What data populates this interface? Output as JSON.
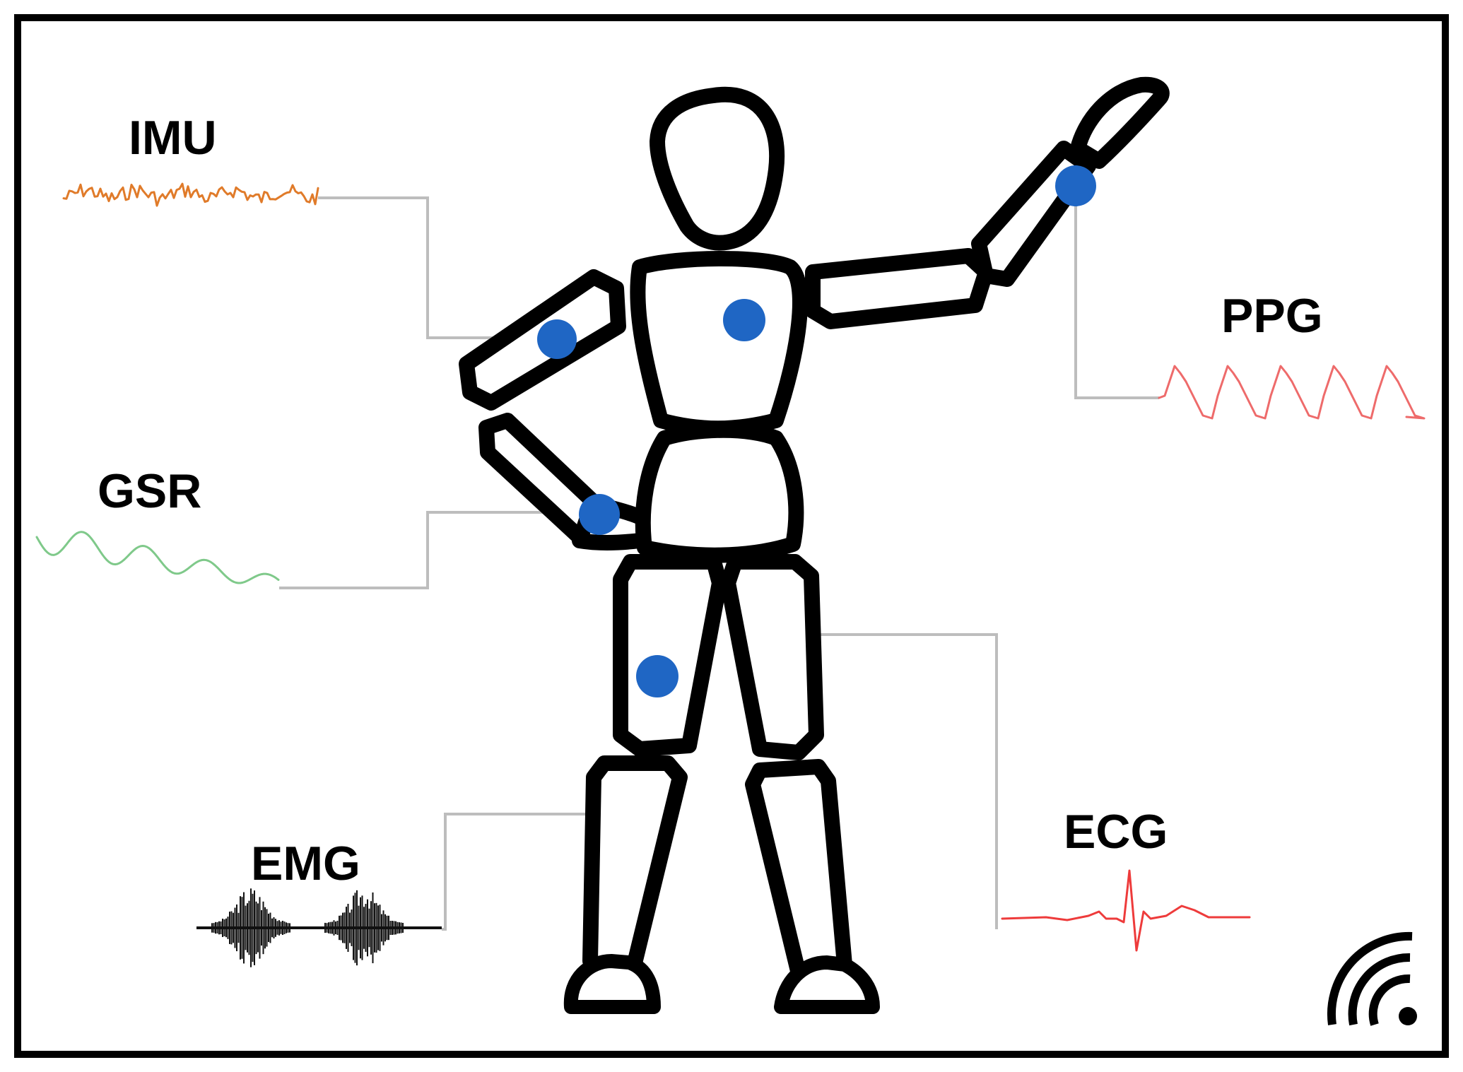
{
  "sensors": [
    {
      "id": "imu",
      "label": "IMU",
      "signal_color": "#e07b2a"
    },
    {
      "id": "gsr",
      "label": "GSR",
      "signal_color": "#7fc98a"
    },
    {
      "id": "emg",
      "label": "EMG",
      "signal_color": "#111111"
    },
    {
      "id": "ppg",
      "label": "PPG",
      "signal_color": "#ee6b6b"
    },
    {
      "id": "ecg",
      "label": "ECG",
      "signal_color": "#ee3b3b"
    }
  ],
  "colors": {
    "sensor_dot": "#1f66c4",
    "figure_outline": "#000000",
    "leader_line": "#bdbdbd",
    "frame": "#000000"
  },
  "icons": {
    "wireless": "wireless-signal-icon"
  }
}
